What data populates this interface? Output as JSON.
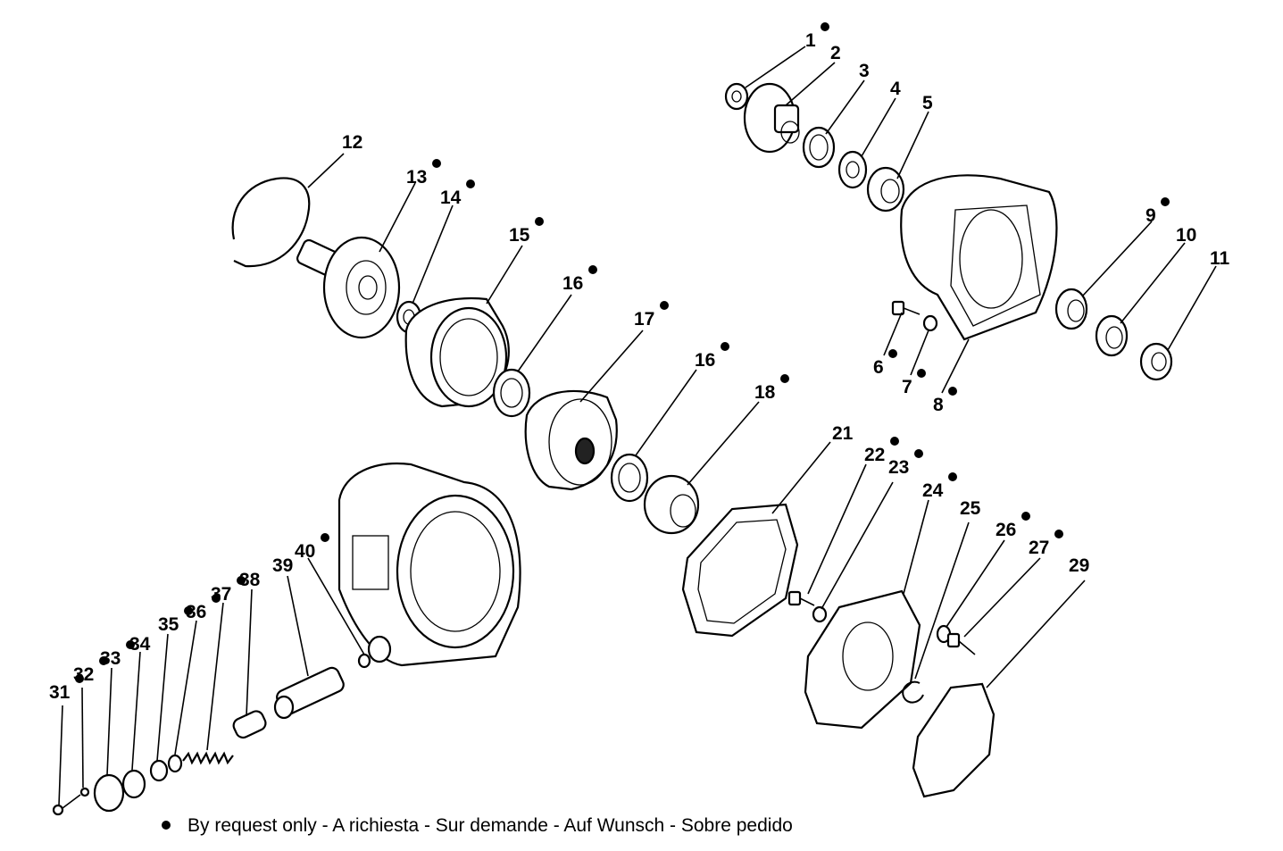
{
  "footnote": {
    "text": "By request only - A richiesta - Sur demande - Auf Wunsch - Sobre pedido"
  },
  "labels": [
    {
      "id": "1",
      "text": "1",
      "starred": true
    },
    {
      "id": "2",
      "text": "2",
      "starred": false
    },
    {
      "id": "3",
      "text": "3",
      "starred": false
    },
    {
      "id": "4",
      "text": "4",
      "starred": false
    },
    {
      "id": "5",
      "text": "5",
      "starred": false
    },
    {
      "id": "6",
      "text": "6",
      "starred": true
    },
    {
      "id": "7",
      "text": "7",
      "starred": true
    },
    {
      "id": "8",
      "text": "8",
      "starred": true
    },
    {
      "id": "9",
      "text": "9",
      "starred": true
    },
    {
      "id": "10",
      "text": "10",
      "starred": false
    },
    {
      "id": "11",
      "text": "11",
      "starred": false
    },
    {
      "id": "12",
      "text": "12",
      "starred": false
    },
    {
      "id": "13",
      "text": "13",
      "starred": true
    },
    {
      "id": "14",
      "text": "14",
      "starred": true
    },
    {
      "id": "15",
      "text": "15",
      "starred": true
    },
    {
      "id": "16a",
      "text": "16",
      "starred": true
    },
    {
      "id": "17",
      "text": "17",
      "starred": true
    },
    {
      "id": "16b",
      "text": "16",
      "starred": true
    },
    {
      "id": "18",
      "text": "18",
      "starred": true
    },
    {
      "id": "21",
      "text": "21",
      "starred": false
    },
    {
      "id": "22",
      "text": "22",
      "starred": true
    },
    {
      "id": "23",
      "text": "23",
      "starred": true
    },
    {
      "id": "24",
      "text": "24",
      "starred": true
    },
    {
      "id": "25",
      "text": "25",
      "starred": false
    },
    {
      "id": "26",
      "text": "26",
      "starred": true
    },
    {
      "id": "27",
      "text": "27",
      "starred": true
    },
    {
      "id": "29",
      "text": "29",
      "starred": false
    },
    {
      "id": "31",
      "text": "31",
      "starred": true
    },
    {
      "id": "32",
      "text": "32",
      "starred": true
    },
    {
      "id": "33",
      "text": "33",
      "starred": true
    },
    {
      "id": "34",
      "text": "34",
      "starred": false
    },
    {
      "id": "35",
      "text": "35",
      "starred": true
    },
    {
      "id": "36",
      "text": "36",
      "starred": true
    },
    {
      "id": "37",
      "text": "37",
      "starred": true
    },
    {
      "id": "38",
      "text": "38",
      "starred": false
    },
    {
      "id": "39",
      "text": "39",
      "starred": false
    },
    {
      "id": "40",
      "text": "40",
      "starred": true
    }
  ]
}
